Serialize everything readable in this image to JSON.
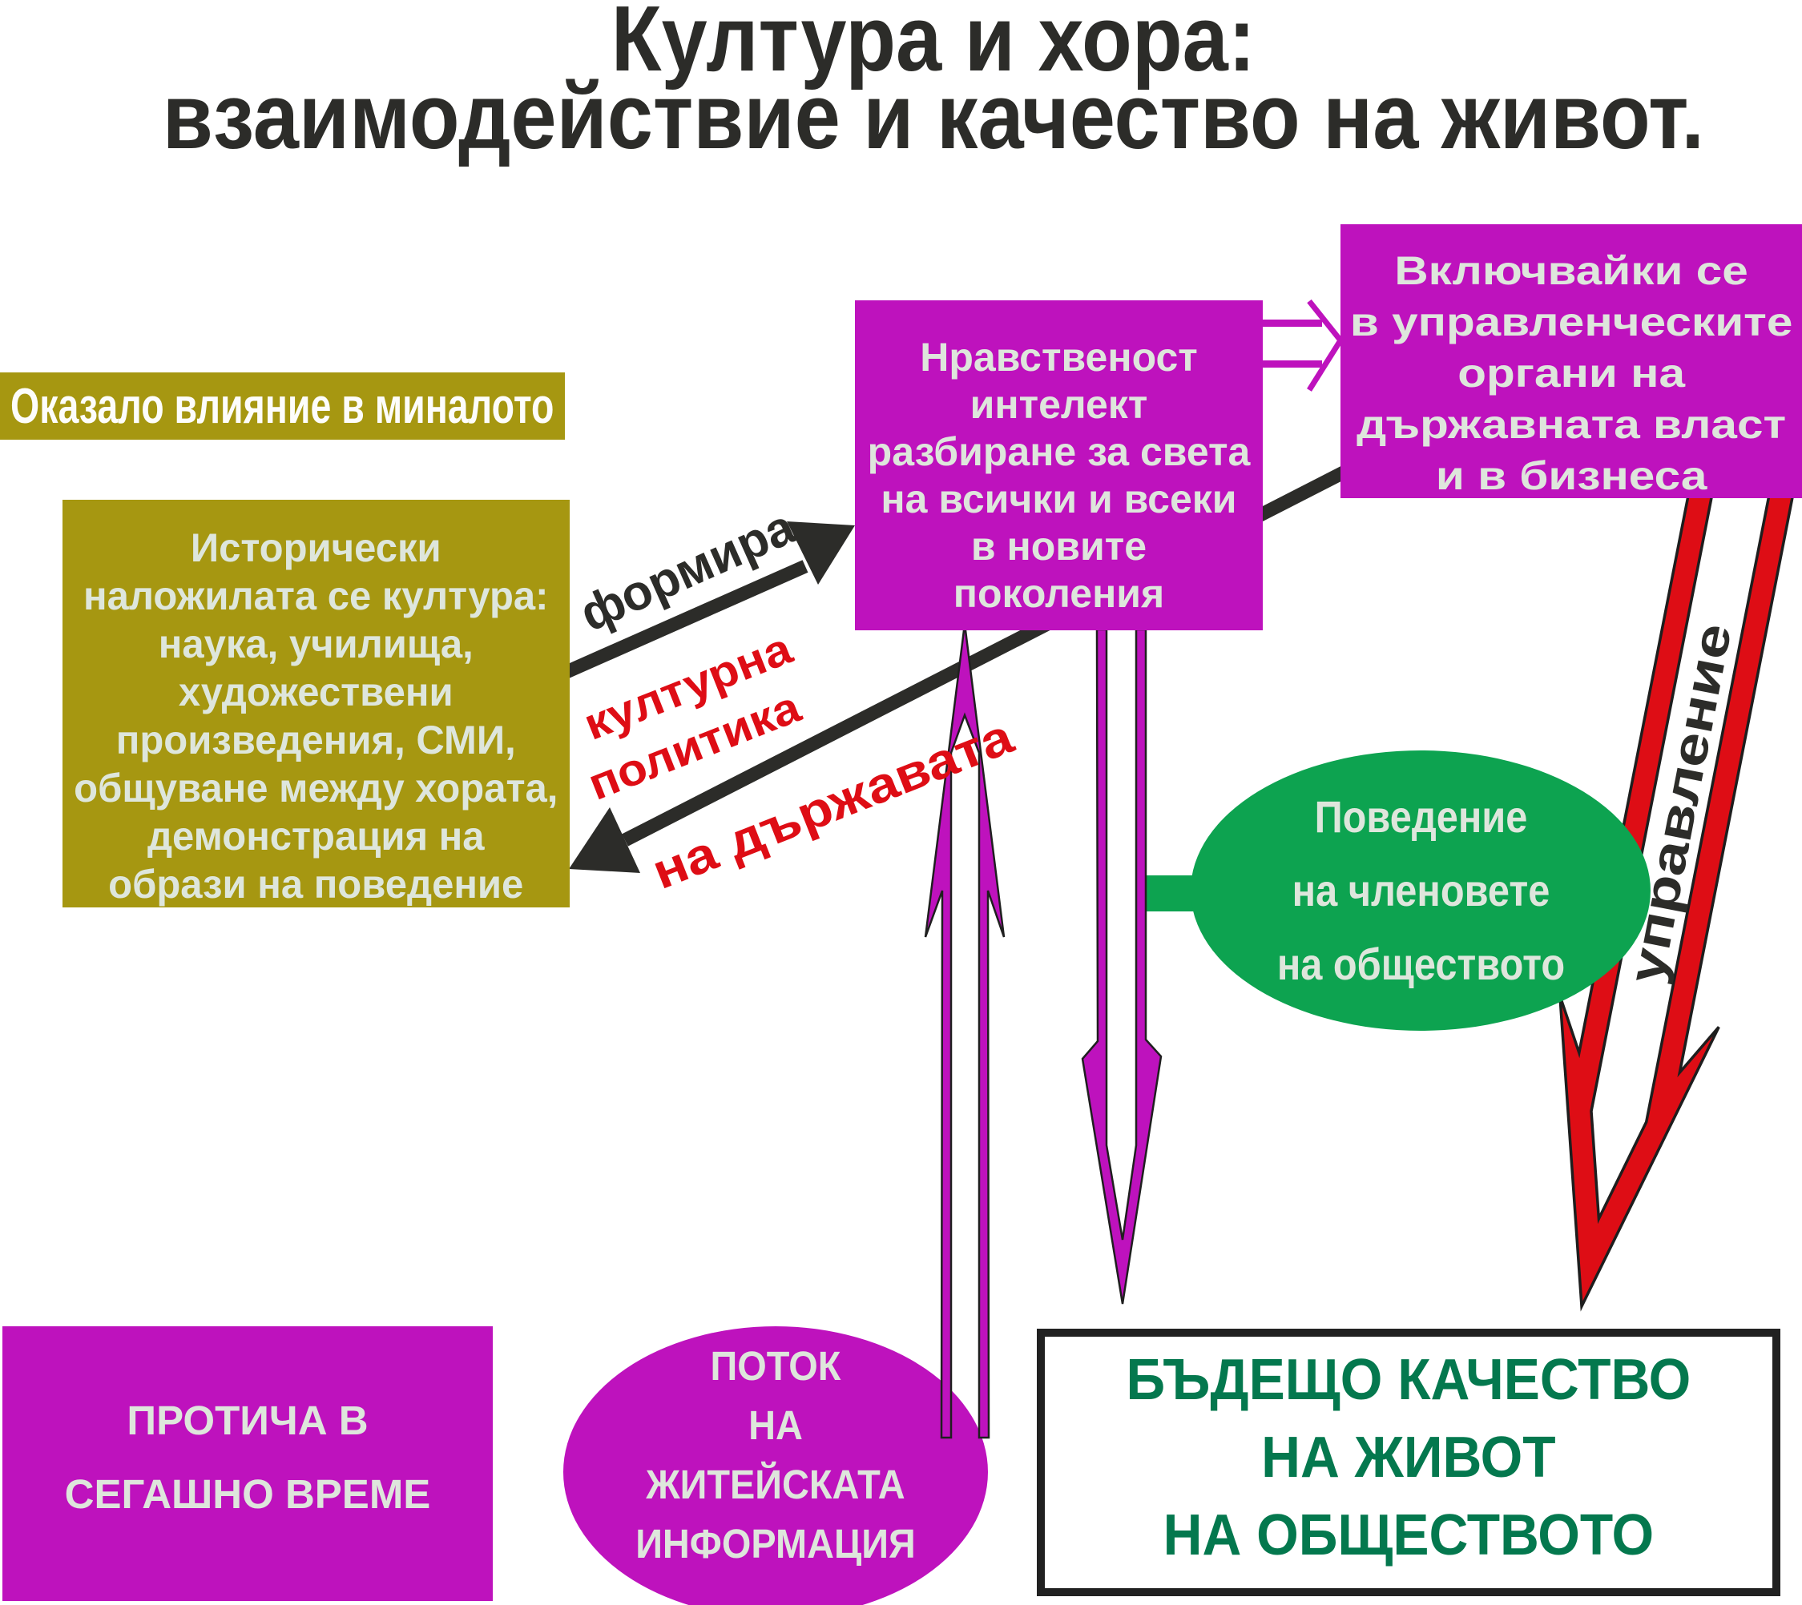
{
  "title": "Култура и хора:\nвзаимодействие и качество на живот.",
  "boxes": {
    "past_influence_label": "Оказало влияние в миналото",
    "historical_culture": "Исторически\nналожилата се култура:\nнаука, училища,\nхудожествени\nпроизведения, СМИ,\nобщуване между хората,\nдемонстрация на\nобрази на поведение",
    "morality": "Нравственост\nинтелект\nразбиране за света\nна всички и всеки\nв новите\nпоколения",
    "governance_inclusion": "Включвайки се\nв управленческите\nоргани на\nдържавната власт\nи в бизнеса",
    "present_time": "ПРОТИЧА В\nСЕГАШНО ВРЕМЕ",
    "future_quality": "БЪДЕЩО КАЧЕСТВО\nНА ЖИВОТ\nНА ОБЩЕСТВОТО"
  },
  "ellipses": {
    "behavior": "Поведение\nна членовете\nна обществото",
    "info_flow": "ПОТОК\nНА\nЖИТЕЙСКАТА\nИНФОРМАЦИЯ"
  },
  "labels": {
    "forms": "формира",
    "cultural_policy_line1": "културна",
    "cultural_policy_line2": "политика",
    "cultural_policy_line3": "на държавата",
    "management": "управление"
  },
  "colors": {
    "magenta": "#BE12BD",
    "olive": "#A69711",
    "green": "#0DA350",
    "red": "#DE0D15",
    "dark_green_text": "#04784E",
    "light_text": "#DEE6DC",
    "ink": "#2C2C29"
  }
}
